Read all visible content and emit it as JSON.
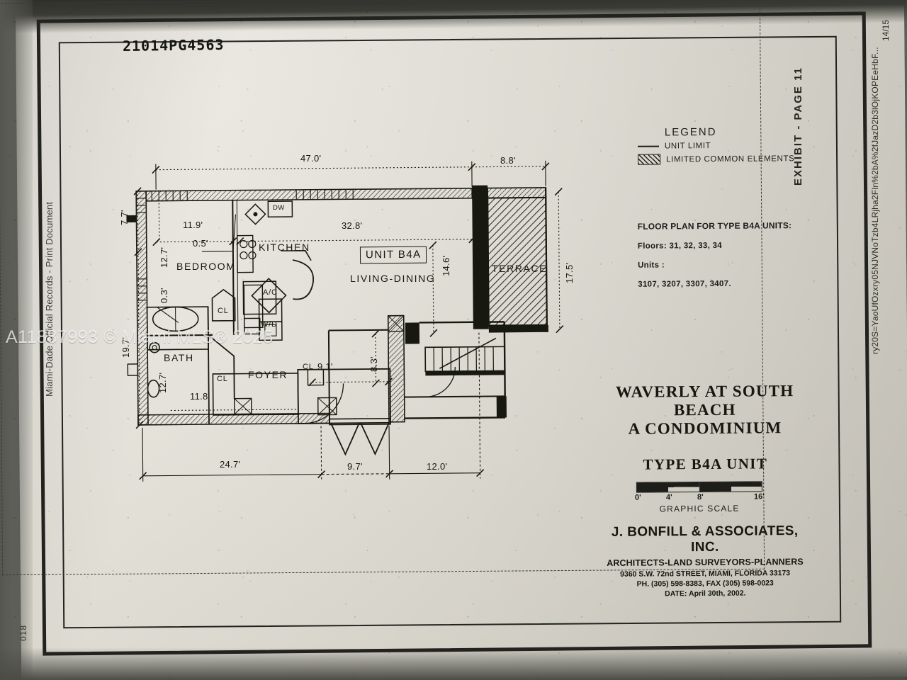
{
  "document": {
    "book_page": "21014PG4563",
    "sheet_number": "018",
    "exhibit_label": "EXHIBIT - PAGE 11",
    "page_count": "14/15",
    "url_code": "ry20S=YaoUfOzxry05NJVNoTzb4LRjha2Fln%2bA%2fJazD2b3lOjKOPEeHbF...",
    "records_watermark": "Miami-Dade Official Records - Print Document",
    "mls_watermark": "A11887993 © Miami MLS® 2025"
  },
  "legend": {
    "title": "LEGEND",
    "items": [
      {
        "label": "UNIT LIMIT",
        "symbol": "solid-line"
      },
      {
        "label": "LIMITED COMMON ELEMENTS",
        "symbol": "hatched-box"
      }
    ]
  },
  "notes": {
    "heading": "FLOOR PLAN FOR TYPE B4A UNITS:",
    "floors": "Floors: 31, 32, 33, 34",
    "units_label": "Units :",
    "units_list": "3107, 3207, 3307, 3407."
  },
  "title_block": {
    "line1": "WAVERLY AT SOUTH BEACH",
    "line2": "A CONDOMINIUM",
    "line3": "TYPE B4A UNIT"
  },
  "graphic_scale": {
    "caption": "GRAPHIC SCALE",
    "ticks": [
      "0'",
      "4'",
      "8'",
      "16'"
    ]
  },
  "architect": {
    "firm": "J. BONFILL & ASSOCIATES, INC.",
    "discipline": "ARCHITECTS-LAND SURVEYORS-PLANNERS",
    "address": "9360 S.W. 72nd STREET, MIAMI, FLORIDA 33173",
    "phone": "PH. (305) 598-8383, FAX (305) 598-0023",
    "date": "DATE: April 30th, 2002."
  },
  "plan": {
    "unit_tag": "UNIT B4A",
    "rooms": [
      {
        "name": "BEDROOM"
      },
      {
        "name": "KITCHEN"
      },
      {
        "name": "LIVING-DINING"
      },
      {
        "name": "TERRACE"
      },
      {
        "name": "BATH"
      },
      {
        "name": "FOYER"
      },
      {
        "name": "CL"
      },
      {
        "name": "CL"
      },
      {
        "name": "CL"
      },
      {
        "name": "W/D"
      },
      {
        "name": "A/C"
      },
      {
        "name": "DW"
      }
    ],
    "dimensions": {
      "top_main": "47.0'",
      "top_terrace": "8.8'",
      "bedroom_width": "11.9'",
      "bedroom_offset": "0.5'",
      "bedroom_depth": "12.7'",
      "bedroom_jog": "0.3'",
      "living_width": "32.8'",
      "living_depth": "14.6'",
      "terrace_depth": "17.5'",
      "left_top": "7.7'",
      "left_total": "19.7'",
      "left_lower": "12.7'",
      "bath_width": "11.8'",
      "foyer_width": "9.1'",
      "foyer_depth": "8.3'",
      "bottom_left": "24.7'",
      "bottom_mid": "9.7'",
      "bottom_right": "12.0'"
    }
  }
}
